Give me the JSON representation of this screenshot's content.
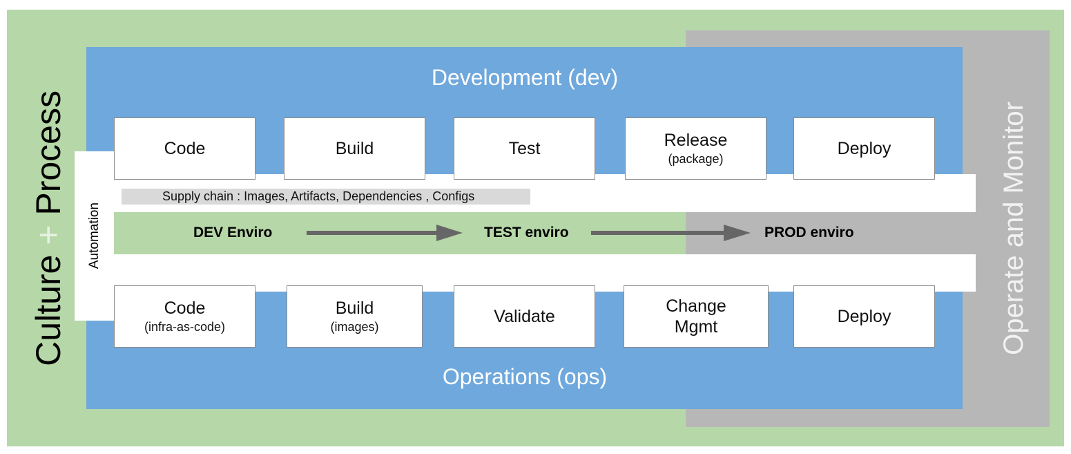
{
  "culture_process": {
    "culture": "Culture",
    "plus": "+",
    "process": "Process"
  },
  "operate_monitor": "Operate and Monitor",
  "automation": "Automation",
  "development": {
    "title": "Development (dev)",
    "stages": [
      {
        "label": "Code",
        "sub": ""
      },
      {
        "label": "Build",
        "sub": ""
      },
      {
        "label": "Test",
        "sub": ""
      },
      {
        "label": "Release",
        "sub": "(package)"
      },
      {
        "label": "Deploy",
        "sub": ""
      }
    ]
  },
  "operations": {
    "title": "Operations (ops)",
    "stages": [
      {
        "label": "Code",
        "sub": "(infra-as-code)"
      },
      {
        "label": "Build",
        "sub": "(images)"
      },
      {
        "label": "Validate",
        "sub": ""
      },
      {
        "label": "Change Mgmt",
        "sub": ""
      },
      {
        "label": "Deploy",
        "sub": ""
      }
    ]
  },
  "supply_chain": "Supply chain : Images, Artifacts, Dependencies , Configs",
  "environments": [
    "DEV Enviro",
    "TEST enviro",
    "PROD enviro"
  ],
  "colors": {
    "culture_bg": "#b6d7a8",
    "operate_bg": "#b7b7b7",
    "dev_ops_bg": "#6fa8dc",
    "arrow": "#666666"
  }
}
